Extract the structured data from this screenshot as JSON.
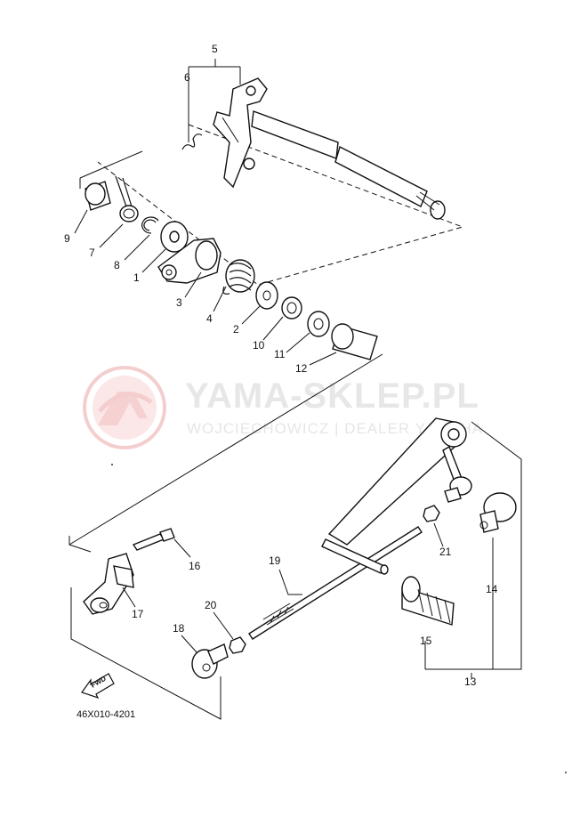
{
  "watermark": {
    "title": "YAMA-SKLEP.PL",
    "subtitle": "WOJCIECHOWICZ | DEALER YAMAHA",
    "logo_color": "#f2c4c4"
  },
  "diagram_code": "46X010-4201",
  "fwd_label": "FWD",
  "part_labels": {
    "p1": "1",
    "p2": "2",
    "p3": "3",
    "p4": "4",
    "p5": "5",
    "p6": "6",
    "p7": "7",
    "p8": "8",
    "p9": "9",
    "p10": "10",
    "p11": "11",
    "p12": "12",
    "p13": "13",
    "p14": "14",
    "p15": "15",
    "p16": "16",
    "p17": "17",
    "p18": "18",
    "p19": "19",
    "p20": "20",
    "p21": "21"
  }
}
